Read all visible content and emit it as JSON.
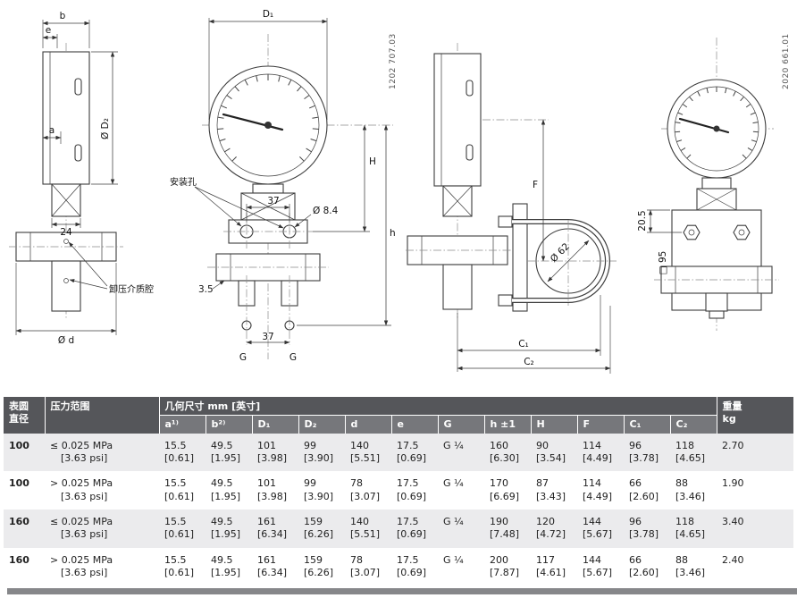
{
  "drawings": {
    "p1": {
      "ref": "1202 707.03",
      "labels": {
        "b": "b",
        "e": "e",
        "a": "a",
        "d2": "Ø D₂",
        "n24": "24",
        "relief": "卸压介质腔",
        "d": "Ø d",
        "D1": "D₁",
        "mount": "安装孔",
        "n37_top": "37",
        "d84": "Ø 8.4",
        "H": "H",
        "h": "h",
        "n35": "3.5",
        "n37_bottom": "37",
        "G_left": "G",
        "G_right": "G"
      }
    },
    "p2": {
      "ref": "2020 661.01",
      "labels": {
        "F": "F",
        "d62": "Ø 62",
        "n205": "20.5",
        "sq95": "□ 95",
        "C1": "C₁",
        "C2": "C₂"
      }
    }
  },
  "table": {
    "headers": {
      "dial_line1": "表圆",
      "dial_line2": "直径",
      "pressure": "压力范围",
      "dims_group": "几何尺寸 mm [英寸]",
      "weight_line1": "重量",
      "weight_line2": "kg"
    },
    "dim_headers": [
      "a¹⁾",
      "b²⁾",
      "D₁",
      "D₂",
      "d",
      "e",
      "G",
      "h ±1",
      "H",
      "F",
      "C₁",
      "C₂"
    ],
    "rows": [
      {
        "dial": "100",
        "pressure": [
          "≤ 0.025 MPa",
          "[3.63 psi]"
        ],
        "values": [
          [
            "15.5",
            "[0.61]"
          ],
          [
            "49.5",
            "[1.95]"
          ],
          [
            "101",
            "[3.98]"
          ],
          [
            "99",
            "[3.90]"
          ],
          [
            "140",
            "[5.51]"
          ],
          [
            "17.5",
            "[0.69]"
          ],
          [
            "G ¼"
          ],
          [
            "160",
            "[6.30]"
          ],
          [
            "90",
            "[3.54]"
          ],
          [
            "114",
            "[4.49]"
          ],
          [
            "96",
            "[3.78]"
          ],
          [
            "118",
            "[4.65]"
          ]
        ],
        "weight": "2.70"
      },
      {
        "dial": "100",
        "pressure": [
          "> 0.025 MPa",
          "[3.63 psi]"
        ],
        "values": [
          [
            "15.5",
            "[0.61]"
          ],
          [
            "49.5",
            "[1.95]"
          ],
          [
            "101",
            "[3.98]"
          ],
          [
            "99",
            "[3.90]"
          ],
          [
            "78",
            "[3.07]"
          ],
          [
            "17.5",
            "[0.69]"
          ],
          [
            "G ¼"
          ],
          [
            "170",
            "[6.69]"
          ],
          [
            "87",
            "[3.43]"
          ],
          [
            "114",
            "[4.49]"
          ],
          [
            "66",
            "[2.60]"
          ],
          [
            "88",
            "[3.46]"
          ]
        ],
        "weight": "1.90"
      },
      {
        "dial": "160",
        "pressure": [
          "≤ 0.025 MPa",
          "[3.63 psi]"
        ],
        "values": [
          [
            "15.5",
            "[0.61]"
          ],
          [
            "49.5",
            "[1.95]"
          ],
          [
            "161",
            "[6.34]"
          ],
          [
            "159",
            "[6.26]"
          ],
          [
            "140",
            "[5.51]"
          ],
          [
            "17.5",
            "[0.69]"
          ],
          [
            "G ¼"
          ],
          [
            "190",
            "[7.48]"
          ],
          [
            "120",
            "[4.72]"
          ],
          [
            "144",
            "[5.67]"
          ],
          [
            "96",
            "[3.78]"
          ],
          [
            "118",
            "[4.65]"
          ]
        ],
        "weight": "3.40"
      },
      {
        "dial": "160",
        "pressure": [
          "> 0.025 MPa",
          "[3.63 psi]"
        ],
        "values": [
          [
            "15.5",
            "[0.61]"
          ],
          [
            "49.5",
            "[1.95]"
          ],
          [
            "161",
            "[6.34]"
          ],
          [
            "159",
            "[6.26]"
          ],
          [
            "78",
            "[3.07]"
          ],
          [
            "17.5",
            "[0.69]"
          ],
          [
            "G ¼"
          ],
          [
            "200",
            "[7.87]"
          ],
          [
            "117",
            "[4.61]"
          ],
          [
            "144",
            "[5.67]"
          ],
          [
            "66",
            "[2.60]"
          ],
          [
            "88",
            "[3.46]"
          ]
        ],
        "weight": "2.40"
      }
    ]
  }
}
